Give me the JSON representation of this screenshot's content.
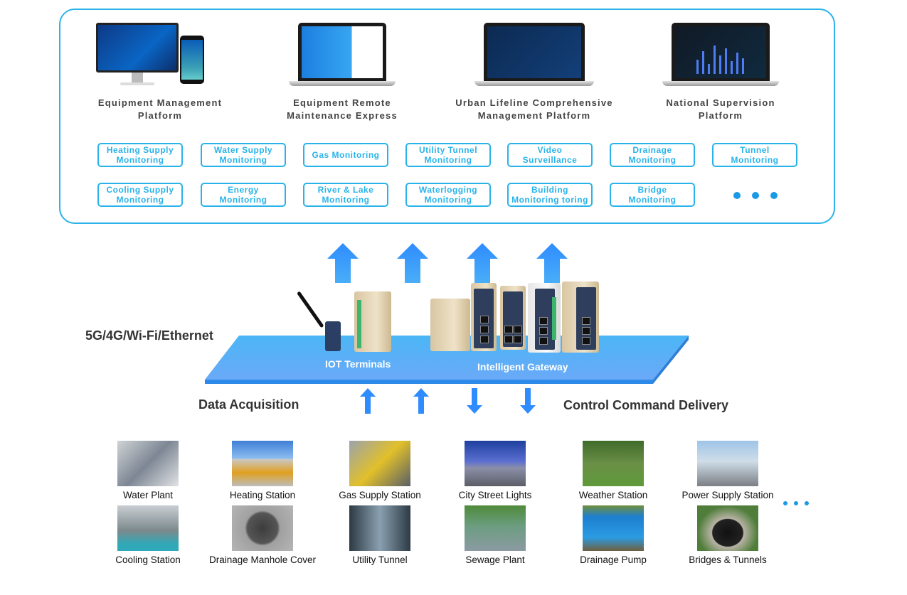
{
  "platforms": [
    {
      "name": "Equipment Management\nPlatform",
      "device": "monitor-and-phone"
    },
    {
      "name": "Equipment Remote\nMaintenance Express",
      "device": "laptop"
    },
    {
      "name": "Urban Lifeline Comprehensive\nManagement Platform",
      "device": "laptop"
    },
    {
      "name": "National Supervision\nPlatform",
      "device": "laptop"
    }
  ],
  "monitoring_tags": {
    "row1": [
      "Heating Supply\nMonitoring",
      "Water Supply\nMonitoring",
      "Gas Monitoring",
      "Utility Tunnel\nMonitoring",
      "Video\nSurveillance",
      "Drainage\nMonitoring",
      "Tunnel\nMonitoring"
    ],
    "row2": [
      "Cooling Supply\nMonitoring",
      "Energy\nMonitoring",
      "River & Lake\nMonitoring",
      "Waterlogging\nMonitoring",
      "Building\nMonitoring toring",
      "Bridge\nMonitoring"
    ],
    "more_indicator": "ellipsis-dots"
  },
  "network": {
    "connectivity_label": "5G/4G/Wi-Fi/Ethernet",
    "iot_terminals_label": "IOT Terminals",
    "gateway_label": "Intelligent Gateway",
    "data_acquisition_label": "Data Acquisition",
    "control_label": "Control Command Delivery",
    "colors": {
      "accent": "#29b3ea",
      "arrow": "#3399ff",
      "plane_top": "#5cb8f5",
      "plane_edge": "#2e8fe6"
    }
  },
  "scenes": {
    "row1": [
      "Water Plant",
      "Heating Station",
      "Gas Supply Station",
      "City Street Lights",
      "Weather Station",
      "Power Supply Station"
    ],
    "row2": [
      "Cooling Station",
      "Drainage Manhole Cover",
      "Utility Tunnel",
      "Sewage Plant",
      "Drainage Pump",
      "Bridges & Tunnels"
    ]
  }
}
